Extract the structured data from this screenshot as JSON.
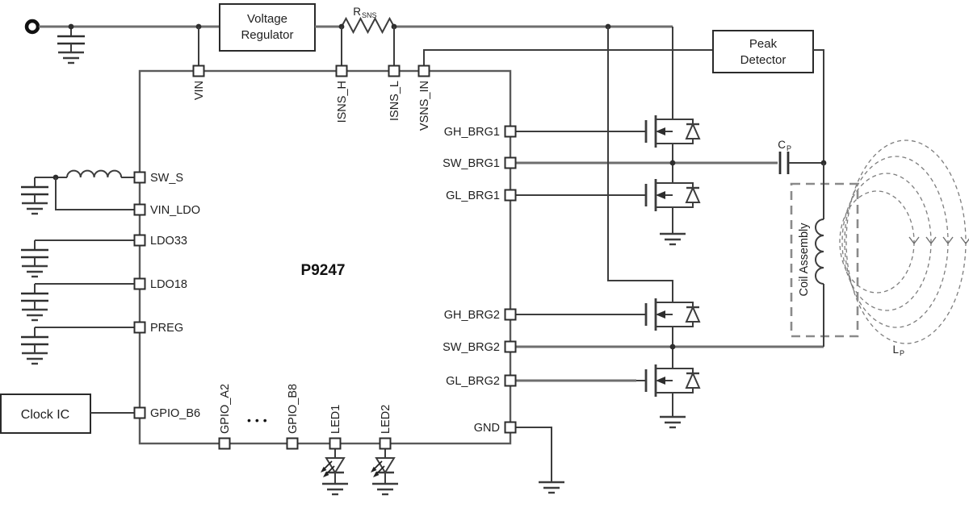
{
  "ic": {
    "part_number": "P9247"
  },
  "blocks": {
    "voltage_regulator": {
      "line1": "Voltage",
      "line2": "Regulator"
    },
    "peak_detector": {
      "line1": "Peak",
      "line2": "Detector"
    },
    "clock_ic": {
      "label": "Clock IC"
    },
    "coil_assembly": {
      "label": "Coil Assembly"
    }
  },
  "pins": {
    "top": [
      "VIN",
      "ISNS_H",
      "ISNS_L",
      "VSNS_IN"
    ],
    "left": [
      "SW_S",
      "VIN_LDO",
      "LDO33",
      "LDO18",
      "PREG",
      "GPIO_B6"
    ],
    "right": [
      "GH_BRG1",
      "SW_BRG1",
      "GL_BRG1",
      "GH_BRG2",
      "SW_BRG2",
      "GL_BRG2",
      "GND"
    ],
    "bottom": [
      "GPIO_A2",
      "GPIO_B8",
      "LED1",
      "LED2"
    ],
    "ellipsis": "•••"
  },
  "components": {
    "rsns": {
      "symbol": "R",
      "subscript": "SNS"
    },
    "cp": {
      "symbol": "C",
      "subscript": "P"
    },
    "lp": {
      "symbol": "L",
      "subscript": "P"
    }
  },
  "colors": {
    "background": "#ffffff",
    "wire": "#3d3d3d",
    "wire_secondary": "#6e6e6e",
    "text": "#1f1f1f",
    "dashed": "#8a8a8a"
  }
}
